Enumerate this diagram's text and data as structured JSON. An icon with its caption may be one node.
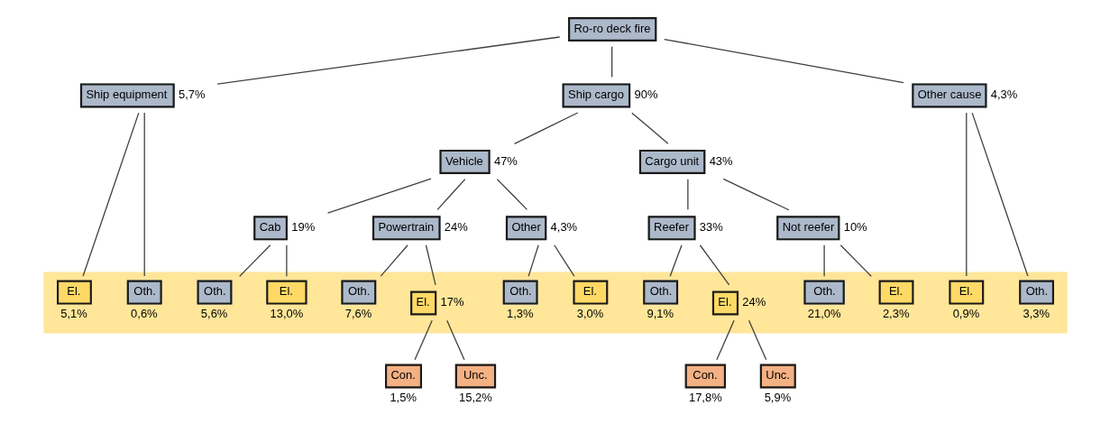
{
  "diagram": {
    "nodes": [
      {
        "text": [
          "Ro-ro deck fire"
        ]
      },
      {
        "text": [
          "Ship equipment"
        ],
        "beside": [
          "5,7%"
        ]
      },
      {
        "text": [
          "Ship cargo"
        ],
        "beside": [
          "90%"
        ]
      },
      {
        "text": [
          "Other cause"
        ],
        "beside": [
          "4,3%"
        ]
      },
      {
        "text": [
          "Vehicle"
        ],
        "beside": [
          "47%"
        ]
      },
      {
        "text": [
          "Cargo unit"
        ],
        "beside": [
          "43%"
        ]
      },
      {
        "text": [
          "Cab"
        ],
        "beside": [
          "19%"
        ]
      },
      {
        "text": [
          "Powertrain"
        ],
        "beside": [
          "24%"
        ]
      },
      {
        "text": [
          "Other"
        ],
        "beside": [
          "4,3%"
        ]
      },
      {
        "text": [
          "Reefer"
        ],
        "beside": [
          "33%"
        ]
      },
      {
        "text": [
          "Not reefer"
        ],
        "beside": [
          "10%"
        ]
      },
      {
        "text": [],
        "shape": "bar"
      },
      {
        "text": [
          "El."
        ],
        "in": 11,
        "beside": [
          "5,1%"
        ]
      },
      {
        "text": [
          "Oth."
        ],
        "in": 11,
        "beside": [
          "0,6%"
        ]
      },
      {
        "text": [
          "El."
        ],
        "in": 11,
        "beside": [
          "13,0%"
        ]
      },
      {
        "text": [
          "Oth."
        ],
        "in": 11,
        "beside": [
          "5,6%"
        ]
      },
      {
        "text": [
          "El."
        ],
        "in": 11,
        "beside": [
          "17%"
        ]
      },
      {
        "text": [
          "Oth."
        ],
        "in": 11,
        "beside": [
          "7,6%"
        ]
      },
      {
        "text": [
          "El."
        ],
        "in": 11,
        "beside": [
          "3,0%"
        ]
      },
      {
        "text": [
          "Oth."
        ],
        "in": 11,
        "beside": [
          "1,3%"
        ]
      },
      {
        "text": [
          "El."
        ],
        "in": 11,
        "beside": [
          "24%"
        ]
      },
      {
        "text": [
          "Oth."
        ],
        "in": 11,
        "beside": [
          "9,1%"
        ]
      },
      {
        "text": [
          "El."
        ],
        "in": 11,
        "beside": [
          "2,3%"
        ]
      },
      {
        "text": [
          "Oth."
        ],
        "in": 11,
        "beside": [
          "21,0%"
        ]
      },
      {
        "text": [
          "El."
        ],
        "in": 11,
        "beside": [
          "0,9%"
        ]
      },
      {
        "text": [
          "Oth."
        ],
        "in": 11,
        "beside": [
          "3,3%"
        ]
      },
      {
        "text": [
          "Con."
        ],
        "beside": [
          "1,5%"
        ]
      },
      {
        "text": [
          "Unc."
        ],
        "beside": [
          "15,2%"
        ]
      },
      {
        "text": [
          "Con."
        ],
        "beside": [
          "17,8%"
        ]
      },
      {
        "text": [
          "Unc."
        ],
        "beside": [
          "5,9%"
        ]
      }
    ],
    "edges": [
      {
        "from": 0,
        "to": 1,
        "arrow": "none"
      },
      {
        "from": 0,
        "to": 2,
        "arrow": "none"
      },
      {
        "from": 0,
        "to": 3,
        "arrow": "none"
      },
      {
        "from": 1,
        "to": 12,
        "arrow": "none"
      },
      {
        "from": 1,
        "to": 13,
        "arrow": "none"
      },
      {
        "from": 2,
        "to": 4,
        "arrow": "none"
      },
      {
        "from": 2,
        "to": 5,
        "arrow": "none"
      },
      {
        "from": 3,
        "to": 24,
        "arrow": "none"
      },
      {
        "from": 3,
        "to": 25,
        "arrow": "none"
      },
      {
        "from": 4,
        "to": 6,
        "arrow": "none"
      },
      {
        "from": 4,
        "to": 7,
        "arrow": "none"
      },
      {
        "from": 4,
        "to": 8,
        "arrow": "none"
      },
      {
        "from": 5,
        "to": 9,
        "arrow": "none"
      },
      {
        "from": 5,
        "to": 10,
        "arrow": "none"
      },
      {
        "from": 6,
        "to": 14,
        "arrow": "none"
      },
      {
        "from": 6,
        "to": 15,
        "arrow": "none"
      },
      {
        "from": 7,
        "to": 16,
        "arrow": "none"
      },
      {
        "from": 7,
        "to": 17,
        "arrow": "none"
      },
      {
        "from": 8,
        "to": 18,
        "arrow": "none"
      },
      {
        "from": 8,
        "to": 19,
        "arrow": "none"
      },
      {
        "from": 9,
        "to": 20,
        "arrow": "none"
      },
      {
        "from": 9,
        "to": 21,
        "arrow": "none"
      },
      {
        "from": 10,
        "to": 22,
        "arrow": "none"
      },
      {
        "from": 10,
        "to": 23,
        "arrow": "none"
      },
      {
        "from": 16,
        "to": 26,
        "arrow": "none"
      },
      {
        "from": 16,
        "to": 27,
        "arrow": "none"
      },
      {
        "from": 20,
        "to": 28,
        "arrow": "none"
      },
      {
        "from": 20,
        "to": 29,
        "arrow": "none"
      }
    ]
  }
}
